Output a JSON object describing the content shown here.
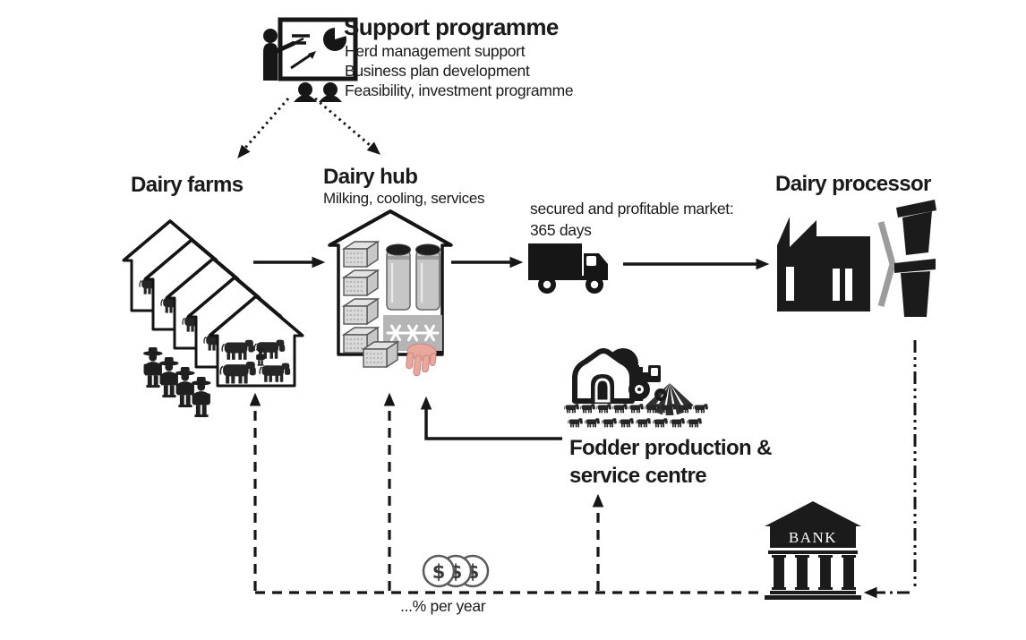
{
  "support_programme": {
    "title": "Support programme",
    "services": [
      "Herd management support",
      "Business plan development",
      "Feasibility, investment programme"
    ]
  },
  "dairy_farms": {
    "title": "Dairy farms"
  },
  "dairy_hub": {
    "title": "Dairy hub",
    "subtitle": "Milking, cooling, services"
  },
  "market": {
    "line1": "secured and profitable market:",
    "line2": "365 days"
  },
  "dairy_processor": {
    "title": "Dairy processor"
  },
  "fodder_centre": {
    "line1": "Fodder production &",
    "line2": "service centre"
  },
  "bank": {
    "label": "BANK"
  },
  "finance": {
    "interest_note": "...% per year",
    "currency_symbol": "$"
  },
  "colors": {
    "ink": "#1a1a1a",
    "panel_gray": "#b5b5b5",
    "metal_gray": "#c6c6c6",
    "hand_pink": "#e9a79e",
    "arrow_gray": "#9c9c9c",
    "background": "#ffffff"
  }
}
